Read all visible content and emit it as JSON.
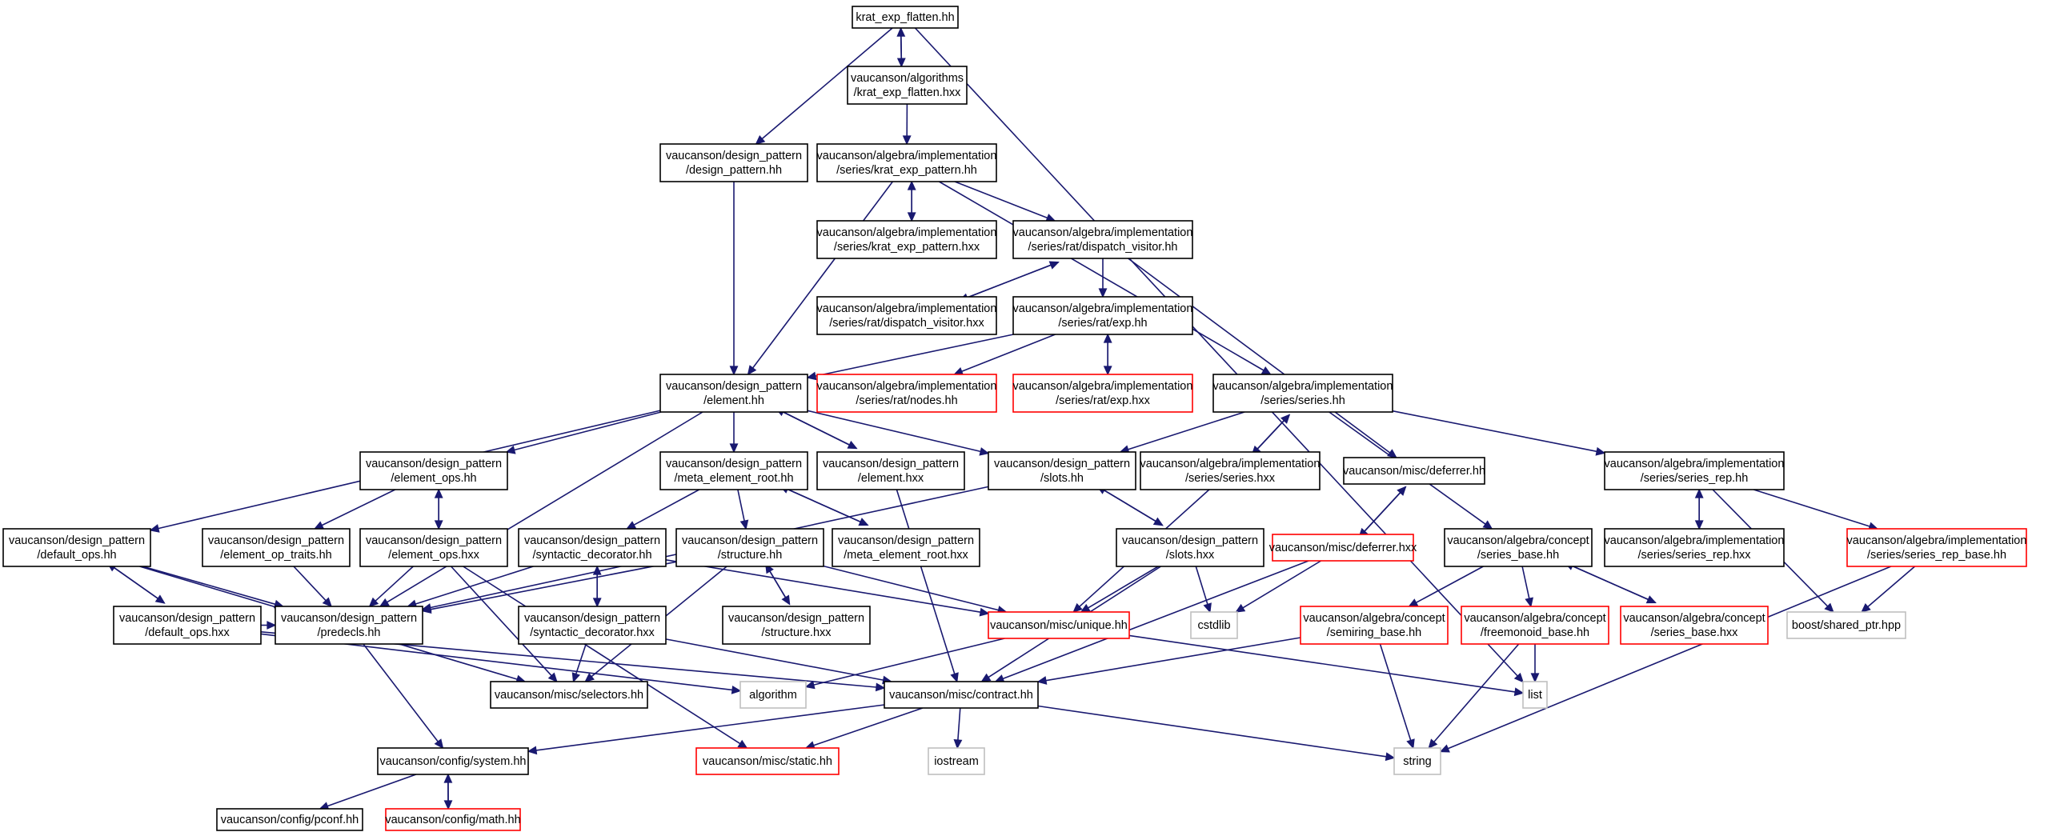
{
  "colors": {
    "edge": "#191970",
    "node_border": "#000000",
    "node_border_truncated": "#ff0000",
    "node_border_external": "#bfbfbf",
    "root_fill": "#bfbfbf",
    "node_fill": "#ffffff"
  },
  "nodes": [
    {
      "id": "root",
      "kind": "root",
      "lines": [
        "krat_exp_flatten.hh"
      ]
    },
    {
      "id": "alg_kef_hxx",
      "kind": "normal",
      "lines": [
        "vaucanson/algorithms",
        "/krat_exp_flatten.hxx"
      ]
    },
    {
      "id": "dp_design_pattern",
      "kind": "normal",
      "lines": [
        "vaucanson/design_pattern",
        "/design_pattern.hh"
      ]
    },
    {
      "id": "kep_hh",
      "kind": "normal",
      "lines": [
        "vaucanson/algebra/implementation",
        "/series/krat_exp_pattern.hh"
      ]
    },
    {
      "id": "kep_hxx",
      "kind": "normal",
      "lines": [
        "vaucanson/algebra/implementation",
        "/series/krat_exp_pattern.hxx"
      ]
    },
    {
      "id": "dv_hh",
      "kind": "normal",
      "lines": [
        "vaucanson/algebra/implementation",
        "/series/rat/dispatch_visitor.hh"
      ]
    },
    {
      "id": "dv_hxx",
      "kind": "normal",
      "lines": [
        "vaucanson/algebra/implementation",
        "/series/rat/dispatch_visitor.hxx"
      ]
    },
    {
      "id": "exp_hh",
      "kind": "normal",
      "lines": [
        "vaucanson/algebra/implementation",
        "/series/rat/exp.hh"
      ]
    },
    {
      "id": "element_hh",
      "kind": "normal",
      "lines": [
        "vaucanson/design_pattern",
        "/element.hh"
      ]
    },
    {
      "id": "nodes_hh",
      "kind": "truncated",
      "lines": [
        "vaucanson/algebra/implementation",
        "/series/rat/nodes.hh"
      ]
    },
    {
      "id": "exp_hxx",
      "kind": "truncated",
      "lines": [
        "vaucanson/algebra/implementation",
        "/series/rat/exp.hxx"
      ]
    },
    {
      "id": "series_hh",
      "kind": "normal",
      "lines": [
        "vaucanson/algebra/implementation",
        "/series/series.hh"
      ]
    },
    {
      "id": "element_ops_hh",
      "kind": "normal",
      "lines": [
        "vaucanson/design_pattern",
        "/element_ops.hh"
      ]
    },
    {
      "id": "meta_root_hh",
      "kind": "normal",
      "lines": [
        "vaucanson/design_pattern",
        "/meta_element_root.hh"
      ]
    },
    {
      "id": "element_hxx",
      "kind": "normal",
      "lines": [
        "vaucanson/design_pattern",
        "/element.hxx"
      ]
    },
    {
      "id": "slots_hh",
      "kind": "normal",
      "lines": [
        "vaucanson/design_pattern",
        "/slots.hh"
      ]
    },
    {
      "id": "series_hxx",
      "kind": "normal",
      "lines": [
        "vaucanson/algebra/implementation",
        "/series/series.hxx"
      ]
    },
    {
      "id": "deferrer_hh",
      "kind": "normal",
      "lines": [
        "vaucanson/misc/deferrer.hh"
      ]
    },
    {
      "id": "series_rep_hh",
      "kind": "normal",
      "lines": [
        "vaucanson/algebra/implementation",
        "/series/series_rep.hh"
      ]
    },
    {
      "id": "default_ops_hh",
      "kind": "normal",
      "lines": [
        "vaucanson/design_pattern",
        "/default_ops.hh"
      ]
    },
    {
      "id": "element_op_traits",
      "kind": "normal",
      "lines": [
        "vaucanson/design_pattern",
        "/element_op_traits.hh"
      ]
    },
    {
      "id": "element_ops_hxx",
      "kind": "normal",
      "lines": [
        "vaucanson/design_pattern",
        "/element_ops.hxx"
      ]
    },
    {
      "id": "synt_hh",
      "kind": "normal",
      "lines": [
        "vaucanson/design_pattern",
        "/syntactic_decorator.hh"
      ]
    },
    {
      "id": "structure_hh",
      "kind": "normal",
      "lines": [
        "vaucanson/design_pattern",
        "/structure.hh"
      ]
    },
    {
      "id": "meta_root_hxx",
      "kind": "normal",
      "lines": [
        "vaucanson/design_pattern",
        "/meta_element_root.hxx"
      ]
    },
    {
      "id": "slots_hxx",
      "kind": "normal",
      "lines": [
        "vaucanson/design_pattern",
        "/slots.hxx"
      ]
    },
    {
      "id": "deferrer_hxx",
      "kind": "truncated",
      "lines": [
        "vaucanson/misc/deferrer.hxx"
      ]
    },
    {
      "id": "series_base_hh",
      "kind": "normal",
      "lines": [
        "vaucanson/algebra/concept",
        "/series_base.hh"
      ]
    },
    {
      "id": "series_rep_hxx",
      "kind": "normal",
      "lines": [
        "vaucanson/algebra/implementation",
        "/series/series_rep.hxx"
      ]
    },
    {
      "id": "series_rep_base",
      "kind": "truncated",
      "lines": [
        "vaucanson/algebra/implementation",
        "/series/series_rep_base.hh"
      ]
    },
    {
      "id": "default_ops_hxx",
      "kind": "normal",
      "lines": [
        "vaucanson/design_pattern",
        "/default_ops.hxx"
      ]
    },
    {
      "id": "predecls_hh",
      "kind": "normal",
      "lines": [
        "vaucanson/design_pattern",
        "/predecls.hh"
      ]
    },
    {
      "id": "synt_hxx",
      "kind": "normal",
      "lines": [
        "vaucanson/design_pattern",
        "/syntactic_decorator.hxx"
      ]
    },
    {
      "id": "structure_hxx",
      "kind": "normal",
      "lines": [
        "vaucanson/design_pattern",
        "/structure.hxx"
      ]
    },
    {
      "id": "unique_hh",
      "kind": "truncated",
      "lines": [
        "vaucanson/misc/unique.hh"
      ]
    },
    {
      "id": "cstdlib",
      "kind": "external",
      "lines": [
        "cstdlib"
      ]
    },
    {
      "id": "semiring_base",
      "kind": "truncated",
      "lines": [
        "vaucanson/algebra/concept",
        "/semiring_base.hh"
      ]
    },
    {
      "id": "freemonoid_base",
      "kind": "truncated",
      "lines": [
        "vaucanson/algebra/concept",
        "/freemonoid_base.hh"
      ]
    },
    {
      "id": "series_base_hxx",
      "kind": "truncated",
      "lines": [
        "vaucanson/algebra/concept",
        "/series_base.hxx"
      ]
    },
    {
      "id": "boost_shared",
      "kind": "external",
      "lines": [
        "boost/shared_ptr.hpp"
      ]
    },
    {
      "id": "selectors_hh",
      "kind": "normal",
      "lines": [
        "vaucanson/misc/selectors.hh"
      ]
    },
    {
      "id": "algorithm",
      "kind": "external",
      "lines": [
        "algorithm"
      ]
    },
    {
      "id": "contract_hh",
      "kind": "normal",
      "lines": [
        "vaucanson/misc/contract.hh"
      ]
    },
    {
      "id": "list",
      "kind": "external",
      "lines": [
        "list"
      ]
    },
    {
      "id": "system_hh",
      "kind": "normal",
      "lines": [
        "vaucanson/config/system.hh"
      ]
    },
    {
      "id": "static_hh",
      "kind": "truncated",
      "lines": [
        "vaucanson/misc/static.hh"
      ]
    },
    {
      "id": "iostream",
      "kind": "external",
      "lines": [
        "iostream"
      ]
    },
    {
      "id": "string",
      "kind": "external",
      "lines": [
        "string"
      ]
    },
    {
      "id": "pconf_hh",
      "kind": "normal",
      "lines": [
        "vaucanson/config/pconf.hh"
      ]
    },
    {
      "id": "math_hh",
      "kind": "truncated",
      "lines": [
        "vaucanson/config/math.hh"
      ]
    }
  ],
  "edges": [
    [
      "root",
      "alg_kef_hxx"
    ],
    [
      "alg_kef_hxx",
      "root"
    ],
    [
      "root",
      "dp_design_pattern"
    ],
    [
      "root",
      "list"
    ],
    [
      "alg_kef_hxx",
      "kep_hh"
    ],
    [
      "dp_design_pattern",
      "element_hh"
    ],
    [
      "kep_hh",
      "kep_hxx"
    ],
    [
      "kep_hxx",
      "kep_hh"
    ],
    [
      "kep_hh",
      "dv_hh"
    ],
    [
      "kep_hh",
      "element_hh"
    ],
    [
      "kep_hh",
      "series_hh"
    ],
    [
      "dv_hh",
      "dv_hxx"
    ],
    [
      "dv_hxx",
      "dv_hh"
    ],
    [
      "dv_hh",
      "exp_hh"
    ],
    [
      "dv_hh",
      "deferrer_hh"
    ],
    [
      "exp_hh",
      "element_hh"
    ],
    [
      "exp_hh",
      "nodes_hh"
    ],
    [
      "exp_hh",
      "exp_hxx"
    ],
    [
      "exp_hxx",
      "exp_hh"
    ],
    [
      "element_hh",
      "element_ops_hh"
    ],
    [
      "element_hh",
      "meta_root_hh"
    ],
    [
      "element_hh",
      "element_hxx"
    ],
    [
      "element_hxx",
      "element_hh"
    ],
    [
      "element_hh",
      "slots_hh"
    ],
    [
      "element_hh",
      "default_ops_hh"
    ],
    [
      "element_hh",
      "predecls_hh"
    ],
    [
      "element_hxx",
      "contract_hh"
    ],
    [
      "series_hh",
      "series_hxx"
    ],
    [
      "series_hxx",
      "series_hh"
    ],
    [
      "series_hh",
      "slots_hh"
    ],
    [
      "series_hh",
      "series_rep_hh"
    ],
    [
      "series_hh",
      "series_base_hh"
    ],
    [
      "series_hxx",
      "unique_hh"
    ],
    [
      "element_ops_hh",
      "element_ops_hxx"
    ],
    [
      "element_ops_hxx",
      "element_ops_hh"
    ],
    [
      "element_ops_hh",
      "element_op_traits"
    ],
    [
      "element_ops_hxx",
      "predecls_hh"
    ],
    [
      "element_ops_hxx",
      "selectors_hh"
    ],
    [
      "element_ops_hxx",
      "static_hh"
    ],
    [
      "element_op_traits",
      "predecls_hh"
    ],
    [
      "meta_root_hh",
      "meta_root_hxx"
    ],
    [
      "meta_root_hxx",
      "meta_root_hh"
    ],
    [
      "meta_root_hh",
      "synt_hh"
    ],
    [
      "meta_root_hh",
      "structure_hh"
    ],
    [
      "synt_hh",
      "synt_hxx"
    ],
    [
      "synt_hxx",
      "synt_hh"
    ],
    [
      "synt_hh",
      "predecls_hh"
    ],
    [
      "synt_hh",
      "unique_hh"
    ],
    [
      "synt_hxx",
      "selectors_hh"
    ],
    [
      "synt_hxx",
      "contract_hh"
    ],
    [
      "structure_hh",
      "structure_hxx"
    ],
    [
      "structure_hxx",
      "structure_hh"
    ],
    [
      "structure_hh",
      "predecls_hh"
    ],
    [
      "structure_hh",
      "selectors_hh"
    ],
    [
      "structure_hh",
      "unique_hh"
    ],
    [
      "slots_hh",
      "slots_hxx"
    ],
    [
      "slots_hxx",
      "slots_hh"
    ],
    [
      "slots_hh",
      "predecls_hh"
    ],
    [
      "slots_hxx",
      "unique_hh"
    ],
    [
      "slots_hxx",
      "cstdlib"
    ],
    [
      "slots_hxx",
      "contract_hh"
    ],
    [
      "deferrer_hh",
      "deferrer_hxx"
    ],
    [
      "deferrer_hxx",
      "deferrer_hh"
    ],
    [
      "deferrer_hxx",
      "cstdlib"
    ],
    [
      "deferrer_hxx",
      "contract_hh"
    ],
    [
      "series_rep_hh",
      "series_rep_hxx"
    ],
    [
      "series_rep_hxx",
      "series_rep_hh"
    ],
    [
      "series_rep_hh",
      "series_rep_base"
    ],
    [
      "series_rep_hh",
      "boost_shared"
    ],
    [
      "series_rep_base",
      "boost_shared"
    ],
    [
      "series_rep_base",
      "string"
    ],
    [
      "series_base_hh",
      "series_base_hxx"
    ],
    [
      "series_base_hxx",
      "series_base_hh"
    ],
    [
      "series_base_hh",
      "semiring_base"
    ],
    [
      "series_base_hh",
      "freemonoid_base"
    ],
    [
      "semiring_base",
      "contract_hh"
    ],
    [
      "semiring_base",
      "string"
    ],
    [
      "freemonoid_base",
      "list"
    ],
    [
      "freemonoid_base",
      "string"
    ],
    [
      "default_ops_hh",
      "default_ops_hxx"
    ],
    [
      "default_ops_hxx",
      "default_ops_hh"
    ],
    [
      "default_ops_hh",
      "predecls_hh"
    ],
    [
      "default_ops_hh",
      "selectors_hh"
    ],
    [
      "default_ops_hxx",
      "predecls_hh"
    ],
    [
      "default_ops_hxx",
      "algorithm"
    ],
    [
      "default_ops_hxx",
      "contract_hh"
    ],
    [
      "unique_hh",
      "algorithm"
    ],
    [
      "unique_hh",
      "list"
    ],
    [
      "predecls_hh",
      "system_hh"
    ],
    [
      "contract_hh",
      "system_hh"
    ],
    [
      "contract_hh",
      "static_hh"
    ],
    [
      "contract_hh",
      "iostream"
    ],
    [
      "contract_hh",
      "string"
    ],
    [
      "system_hh",
      "pconf_hh"
    ],
    [
      "system_hh",
      "math_hh"
    ],
    [
      "math_hh",
      "system_hh"
    ]
  ]
}
